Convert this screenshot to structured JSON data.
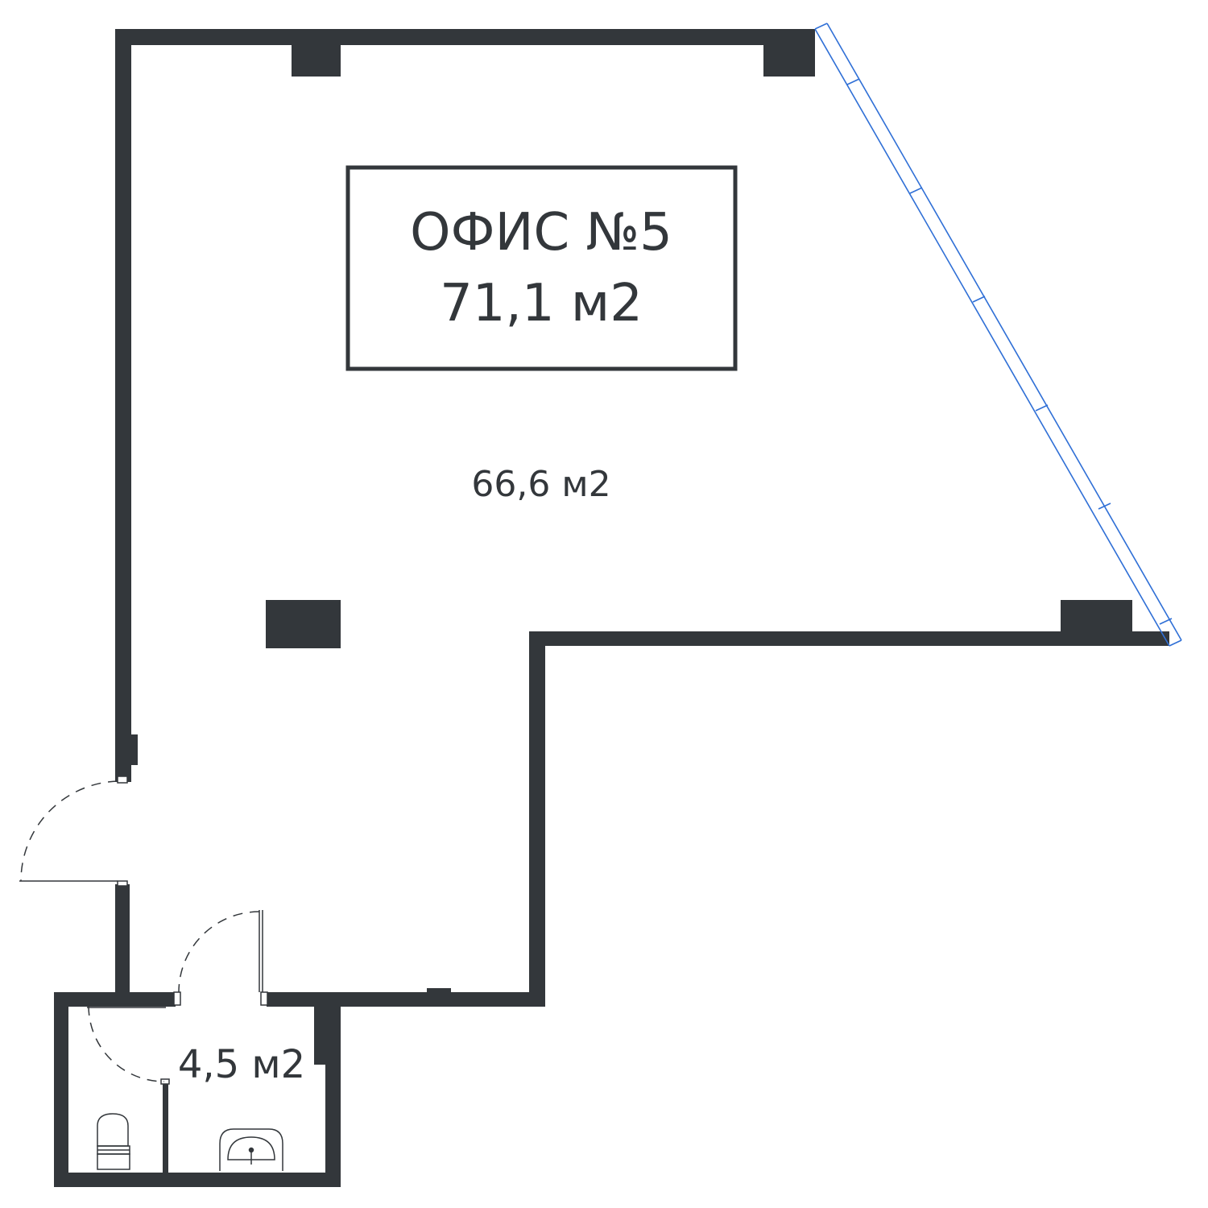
{
  "title_box": {
    "line1": "ОФИС №5",
    "line2": "71,1 м2"
  },
  "rooms": {
    "office_area": "66,6 м2",
    "bathroom_area": "4,5 м2"
  },
  "colors": {
    "wall": "#33373b",
    "window": "#2f6fd6",
    "background": "#ffffff"
  }
}
